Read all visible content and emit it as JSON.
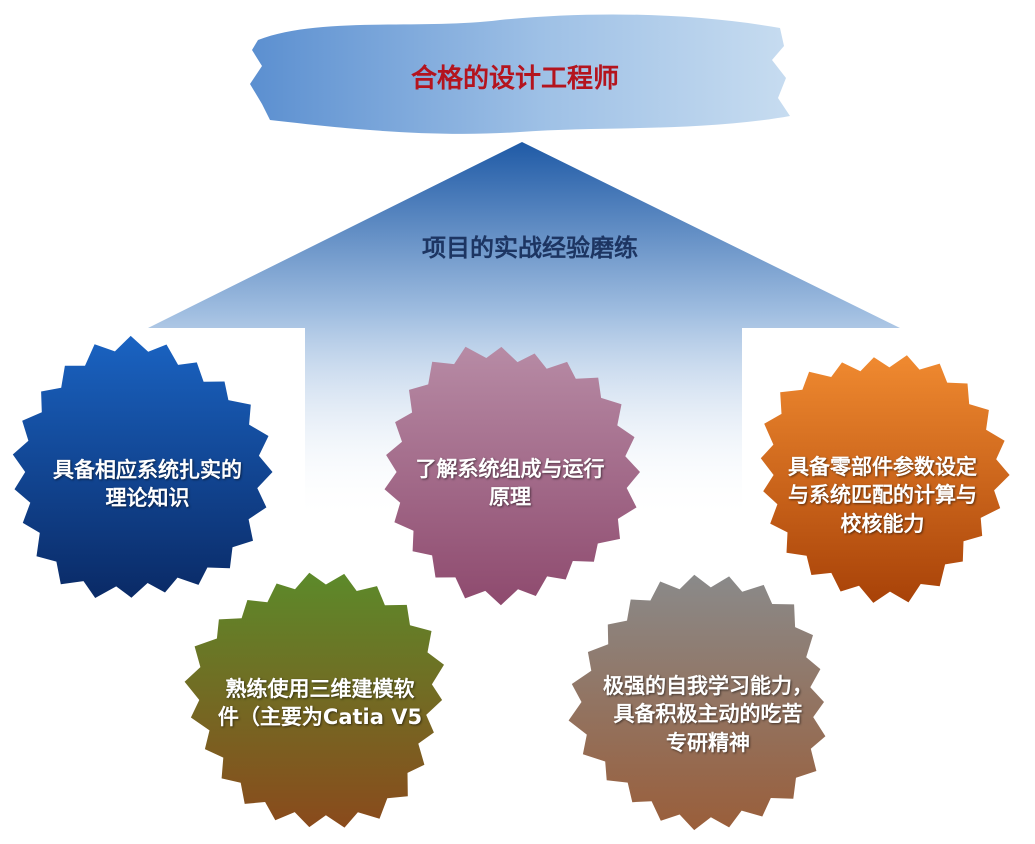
{
  "banner": {
    "title": "合格的设计工程师"
  },
  "arrow": {
    "label": "项目的实战经验磨练"
  },
  "circles": {
    "theory": {
      "text": "具备相应系统扎实的\n理论知识",
      "color": "#0d47a8"
    },
    "system": {
      "text": "了解系统组成与运行\n原理",
      "color": "#a1677f"
    },
    "parameters": {
      "text": "具备零部件参数设定\n与系统匹配的计算与\n校核能力",
      "color": "#e06818"
    },
    "cad": {
      "text": "熟练使用三维建模软\n件（主要为Catia V5",
      "color": "#6a7a22"
    },
    "learning": {
      "text": "极强的自我学习能力，\n具备积极主动的吃苦\n专研精神",
      "color": "#7b6c63"
    }
  }
}
